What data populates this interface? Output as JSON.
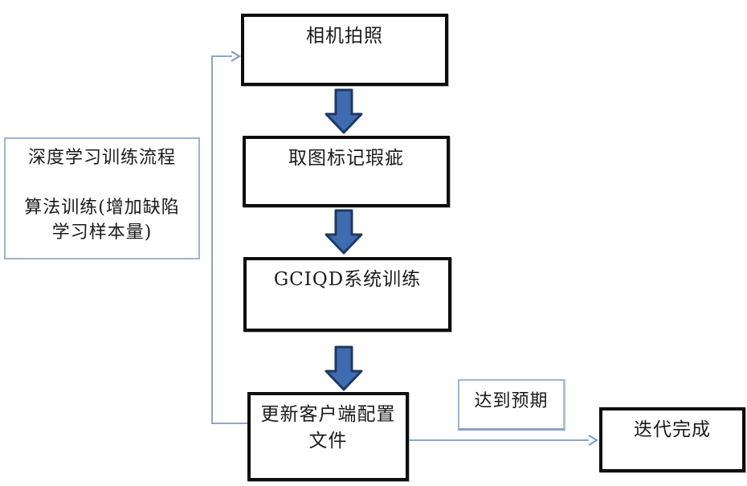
{
  "flowchart": {
    "title_note": {
      "text": "深度学习训练流程\n\n算法训练(增加缺陷\n学习样本量)"
    },
    "steps": [
      {
        "label": "相机拍照"
      },
      {
        "label": "取图标记瑕疵"
      },
      {
        "label": "GCIQD系统训练"
      },
      {
        "label": "更新客户端配置\n文件"
      }
    ],
    "branch": {
      "condition_label": "达到预期",
      "end_label": "迭代完成"
    },
    "colors": {
      "process_box_border": "#0d0d0d",
      "note_box_border": "#9eb3d0",
      "block_arrow_fill": "#3f6cb0",
      "block_arrow_stroke": "#1f3864",
      "connector_line": "#8fa6c8",
      "text": "#1a1a1a",
      "background": "#ffffff"
    }
  }
}
